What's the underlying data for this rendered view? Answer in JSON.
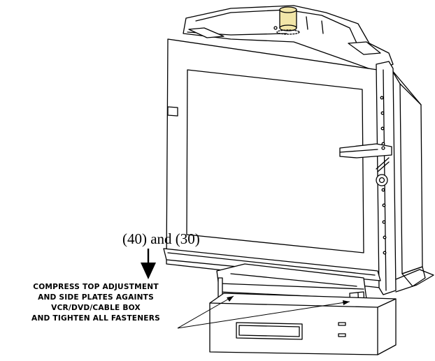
{
  "callout": {
    "part_numbers": "(40) and (30)",
    "instruction_lines": [
      "COMPRESS TOP ADJUSTMENT",
      "AND SIDE PLATES AGAINTS",
      "VCR/DVD/CABLE BOX",
      "AND TIGHTEN ALL FASTENERS"
    ]
  },
  "colors": {
    "line": "#000000",
    "background": "#ffffff",
    "knob": "#f2e6a8"
  }
}
